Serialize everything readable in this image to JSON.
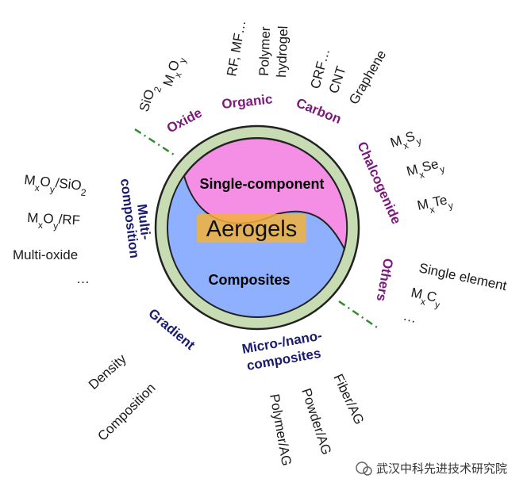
{
  "center": {
    "title": "Aerogels",
    "top_region": "Single-component",
    "bottom_region": "Composites"
  },
  "single_component": {
    "categories": {
      "oxide": "Oxide",
      "organic": "Organic",
      "carbon": "Carbon",
      "chalcogenide": "Chalcogenide",
      "others": "Others"
    },
    "oxide_items": [
      {
        "base": "SiO",
        "sub": "2"
      },
      {
        "base": "M",
        "sub": "x",
        "mid": "O",
        "sub2": "y"
      }
    ],
    "organic_items": [
      "RF, MF…",
      "Polymer",
      "hydrogel"
    ],
    "carbon_items": [
      "CRF…",
      "CNT",
      "Graphene"
    ],
    "chalcogenide_items": [
      {
        "base": "M",
        "sub": "x",
        "mid": "S",
        "sub2": "y"
      },
      {
        "base": "M",
        "sub": "x",
        "mid": "Se",
        "sub2": "y"
      },
      {
        "base": "M",
        "sub": "x",
        "mid": "Te",
        "sub2": "y"
      }
    ],
    "others_items": {
      "single": "Single element",
      "carbide": {
        "base": "M",
        "sub": "x",
        "mid": "C",
        "sub2": "y"
      },
      "more": "…"
    }
  },
  "composites": {
    "categories": {
      "multi_line1": "Multi-",
      "multi_line2": "composition",
      "gradient": "Gradient",
      "micro_line1": "Micro-/nano-",
      "micro_line2": "composites"
    },
    "multi_items": {
      "mxoy_sio2": {
        "base": "M",
        "sub": "x",
        "mid": "O",
        "sub2": "y",
        "tail": "/SiO",
        "sub3": "2"
      },
      "mxoy_rf": {
        "base": "M",
        "sub": "x",
        "mid": "O",
        "sub2": "y",
        "tail": "/RF"
      },
      "multi_oxide": "Multi-oxide",
      "more": "…"
    },
    "gradient_items": [
      "Density",
      "Composition"
    ],
    "micro_items": [
      "Polymer/AG",
      "Powder/AG",
      "Fiber/AG"
    ]
  },
  "watermark": "武汉中科先进技术研究院",
  "colors": {
    "pink": "#f58fe6",
    "blue": "#8fb0ff",
    "ring": "#c7dcb2",
    "highlight": "#f2b13a",
    "purple": "#7a1a7a",
    "navy": "#1a1a6e",
    "dash": "#2e8b2e"
  }
}
